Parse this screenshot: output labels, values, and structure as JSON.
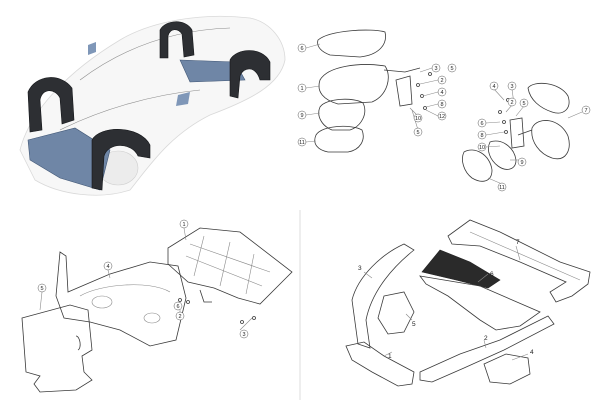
{
  "colors": {
    "liner": "#2d2f33",
    "tray": "#6f86a6",
    "line": "#3a3a3a",
    "divider": "#d6d6d6"
  },
  "panels": {
    "mirrors": {
      "left_callouts": [
        "6",
        "1",
        "9",
        "11"
      ],
      "center_callouts": [
        "3",
        "5",
        "2",
        "4",
        "8",
        "10",
        "12",
        "5"
      ],
      "right_callouts": [
        "4",
        "3",
        "2",
        "5",
        "6",
        "8",
        "10",
        "7",
        "9",
        "11"
      ]
    },
    "cowl": {
      "callouts": [
        "1",
        "4",
        "5",
        "2",
        "3",
        "6"
      ]
    },
    "trim": {
      "numbers": [
        "7",
        "3",
        "6",
        "5",
        "1",
        "2",
        "4"
      ]
    }
  }
}
